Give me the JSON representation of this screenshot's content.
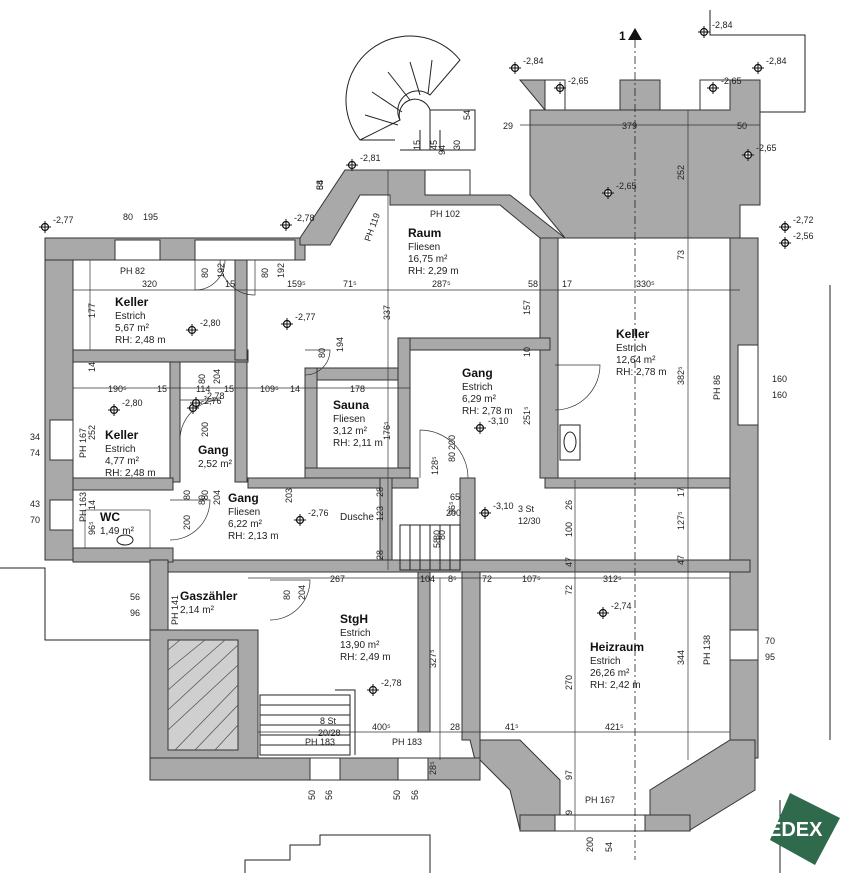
{
  "rooms": [
    {
      "name": "Raum",
      "floor": "Fliesen",
      "area": "16,75 m²",
      "height": "RH: 2,29 m"
    },
    {
      "name": "Keller",
      "floor": "Estrich",
      "area": "5,67 m²",
      "height": "RH: 2,48 m"
    },
    {
      "name": "Keller",
      "floor": "Estrich",
      "area": "12,64 m²",
      "height": "RH: 2,78 m"
    },
    {
      "name": "Gang",
      "floor": "Estrich",
      "area": "6,29 m²",
      "height": "RH: 2,78 m"
    },
    {
      "name": "Sauna",
      "floor": "Fliesen",
      "area": "3,12 m²",
      "height": "RH: 2,11 m"
    },
    {
      "name": "Keller",
      "floor": "Estrich",
      "area": "4,77 m²",
      "height": "RH: 2,48 m"
    },
    {
      "name": "Gang",
      "floor": "",
      "area": "2,52 m²",
      "height": ""
    },
    {
      "name": "Gang",
      "floor": "Fliesen",
      "area": "6,22 m²",
      "height": "RH: 2,13 m"
    },
    {
      "name": "WC",
      "floor": "",
      "area": "1,49 m²",
      "height": ""
    },
    {
      "name": "Gaszähler",
      "floor": "",
      "area": "2,14 m²",
      "height": ""
    },
    {
      "name": "StgH",
      "floor": "Estrich",
      "area": "13,90 m²",
      "height": "RH: 2,49 m"
    },
    {
      "name": "Heizraum",
      "floor": "Estrich",
      "area": "26,26 m²",
      "height": "RH: 2,42 m"
    }
  ],
  "labels": {
    "dusche": "Dusche",
    "ph": [
      "PH 119",
      "PH 102",
      "PH 82",
      "PH 86",
      "PH 167",
      "PH 163",
      "PH 141",
      "PH 183",
      "PH 183",
      "PH 138",
      "PH 167"
    ],
    "stairs1": "3 St",
    "stairs1b": "12/30",
    "stairs2": "8 St",
    "stairs2b": "20/28",
    "axis_marker": "1",
    "logo": "EDEX"
  },
  "elevations": [
    "-2,84",
    "-2,84",
    "-2,84",
    "-2,65",
    "-2,65",
    "-2,65",
    "-2,65",
    "-2,81",
    "-2,77",
    "-2,78",
    "-2,72",
    "-2,56",
    "-2,80",
    "-2,77",
    "-2,80",
    "-2,76",
    "-3,10",
    "-3,10",
    "-2,78",
    "-2,76",
    "-2,74",
    "-2,78"
  ],
  "dims_h": [
    "29",
    "379",
    "50",
    "80",
    "195",
    "320",
    "15",
    "159⁵",
    "71⁵",
    "287⁵",
    "58",
    "17",
    "330⁵",
    "190⁵",
    "15",
    "114",
    "15",
    "109⁵",
    "14",
    "178",
    "267",
    "104",
    "8⁵",
    "72",
    "107⁵",
    "312⁵",
    "400⁵",
    "28",
    "41⁵",
    "421⁵",
    "65",
    "200",
    "160",
    "160",
    "34",
    "74",
    "43",
    "70",
    "56",
    "96",
    "70",
    "95",
    "50",
    "56",
    "50",
    "56",
    "200",
    "54"
  ],
  "dims_v": [
    "252",
    "73",
    "382⁵",
    "17",
    "127⁵",
    "47",
    "344",
    "270",
    "97",
    "9",
    "177",
    "14",
    "252",
    "96⁵",
    "14",
    "80",
    "192",
    "80",
    "192",
    "80",
    "204",
    "80",
    "204",
    "200",
    "80",
    "200",
    "157",
    "10",
    "251⁵",
    "176⁵",
    "203",
    "123",
    "28",
    "28",
    "26",
    "100",
    "47",
    "72",
    "327⁵",
    "28⁵",
    "337",
    "94",
    "30",
    "15",
    "45",
    "54",
    "84",
    "194",
    "80",
    "80",
    "80",
    "200",
    "128⁵",
    "96⁵",
    "58",
    "58",
    "80",
    "80",
    "80",
    "204"
  ]
}
